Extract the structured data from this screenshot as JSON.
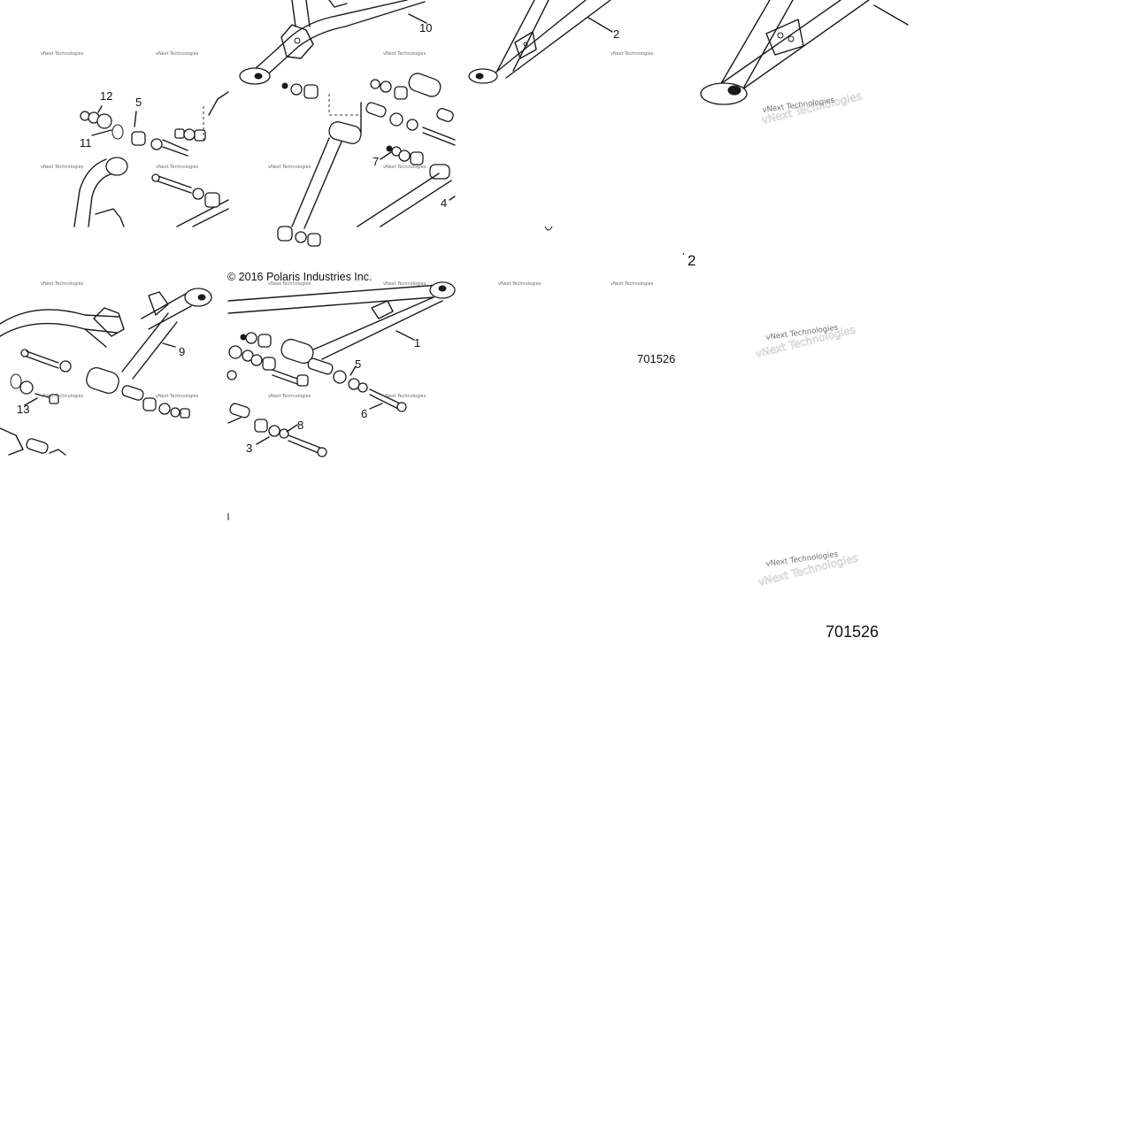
{
  "callouts": {
    "c10": "10",
    "c2a": "2",
    "c12": "12",
    "c5a": "5",
    "c11": "11",
    "c7": "7",
    "c4": "4",
    "c9": "9",
    "c13": "13",
    "c1": "1",
    "c5b": "5",
    "c6": "6",
    "c8": "8",
    "c3": "3"
  },
  "copyright": "© 2016 Polaris Industries Inc.",
  "diagram_ids": {
    "small": "701526",
    "large": "701526"
  },
  "page_number": "2",
  "watermark": "vNext Technologies"
}
